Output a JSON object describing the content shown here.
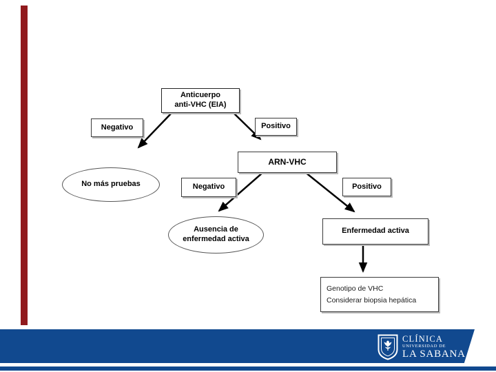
{
  "colors": {
    "accent_red": "#911a1d",
    "footer_navy": "#11498f",
    "node_border": "#3a3a3a",
    "arrow": "#000000"
  },
  "flowchart": {
    "root": "Anticuerpo\nanti-VHC (EIA)",
    "negative_1": "Negativo",
    "positive_1": "Positivo",
    "arn": "ARN-VHC",
    "no_more_tests": "No más pruebas",
    "negative_2": "Negativo",
    "positive_2": "Positivo",
    "no_active_disease": "Ausencia de\nenfermedad activa",
    "active_disease": "Enfermedad activa",
    "genotype": "Genotipo de VHC\nConsiderar biopsia hepática"
  },
  "footer": {
    "brand_line1": "CLÍNICA",
    "brand_line2": "UNIVERSIDAD DE",
    "brand_line3": "LA SABANA"
  }
}
